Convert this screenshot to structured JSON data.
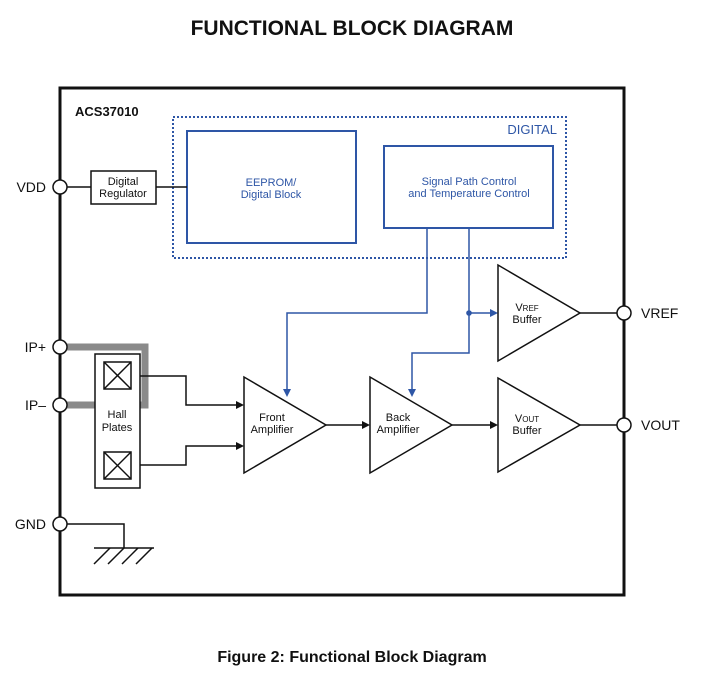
{
  "title": "FUNCTIONAL BLOCK DIAGRAM",
  "caption": "Figure 2: Functional Block Diagram",
  "chip_name": "ACS37010",
  "digital_region_label": "DIGITAL",
  "blocks": {
    "digital_regulator": [
      "Digital",
      "Regulator"
    ],
    "eeprom": [
      "EEPROM/",
      "Digital Block"
    ],
    "signal_path": [
      "Signal Path Control",
      "and Temperature Control"
    ],
    "hall_plates": [
      "Hall",
      "Plates"
    ],
    "front_amplifier": [
      "Front",
      "Amplifier"
    ],
    "back_amplifier": [
      "Back",
      "Amplifier"
    ],
    "vref_buffer": {
      "main": "V",
      "sub": "REF",
      "line2": "Buffer"
    },
    "vout_buffer": {
      "main": "V",
      "sub": "OUT",
      "line2": "Buffer"
    }
  },
  "pins": {
    "vdd": "VDD",
    "ip_plus": "IP+",
    "ip_minus": "IP–",
    "gnd": "GND",
    "vref": "VREF",
    "vout": "VOUT"
  },
  "colors": {
    "ink": "#111111",
    "digital_blue": "#2e56a6",
    "current_path_gray": "#8a8a8a"
  }
}
